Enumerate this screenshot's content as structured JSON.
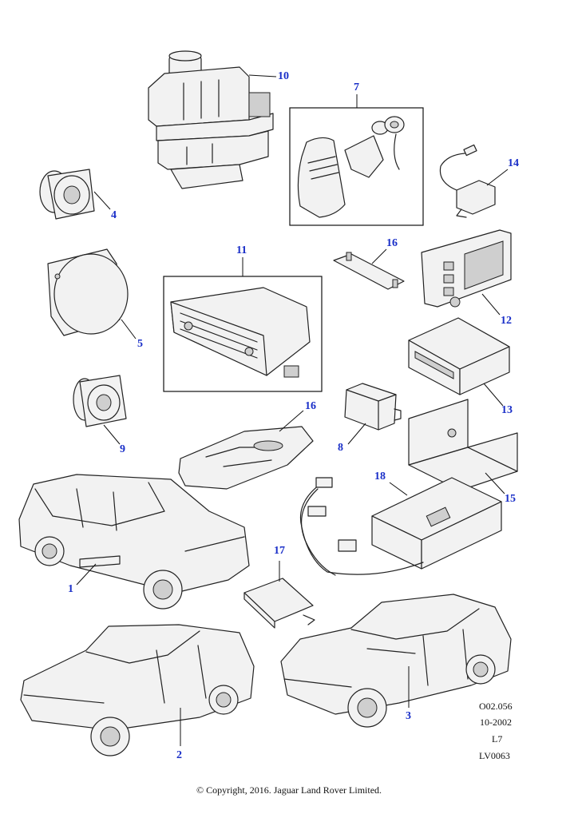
{
  "diagram": {
    "callouts": [
      {
        "id": "c10",
        "text": "10"
      },
      {
        "id": "c7",
        "text": "7"
      },
      {
        "id": "c14",
        "text": "14"
      },
      {
        "id": "c4",
        "text": "4"
      },
      {
        "id": "c11",
        "text": "11"
      },
      {
        "id": "c16a",
        "text": "16"
      },
      {
        "id": "c12",
        "text": "12"
      },
      {
        "id": "c5",
        "text": "5"
      },
      {
        "id": "c13",
        "text": "13"
      },
      {
        "id": "c9",
        "text": "9"
      },
      {
        "id": "c16b",
        "text": "16"
      },
      {
        "id": "c8",
        "text": "8"
      },
      {
        "id": "c18",
        "text": "18"
      },
      {
        "id": "c15",
        "text": "15"
      },
      {
        "id": "c1",
        "text": "1"
      },
      {
        "id": "c17",
        "text": "17"
      },
      {
        "id": "c3",
        "text": "3"
      },
      {
        "id": "c2",
        "text": "2"
      }
    ],
    "reference": {
      "code": "O02.056",
      "date": "10-2002",
      "level": "L7",
      "illustration_id": "LV0063"
    },
    "copyright": "© Copyright, 2016. Jaguar Land Rover Limited.",
    "colors": {
      "callout": "#1a2fc8",
      "linework": "#222222",
      "background": "#ffffff"
    }
  }
}
